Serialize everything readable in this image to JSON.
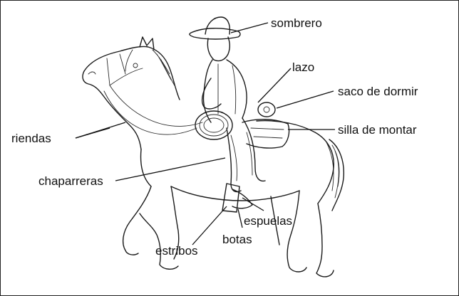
{
  "labels": {
    "sombrero": "sombrero",
    "lazo": "lazo",
    "saco": "saco de dormir",
    "silla": "silla de montar",
    "riendas": "riendas",
    "chaparreras": "chaparreras",
    "espuelas": "espuelas",
    "botas": "botas",
    "estribos": "estribos"
  }
}
